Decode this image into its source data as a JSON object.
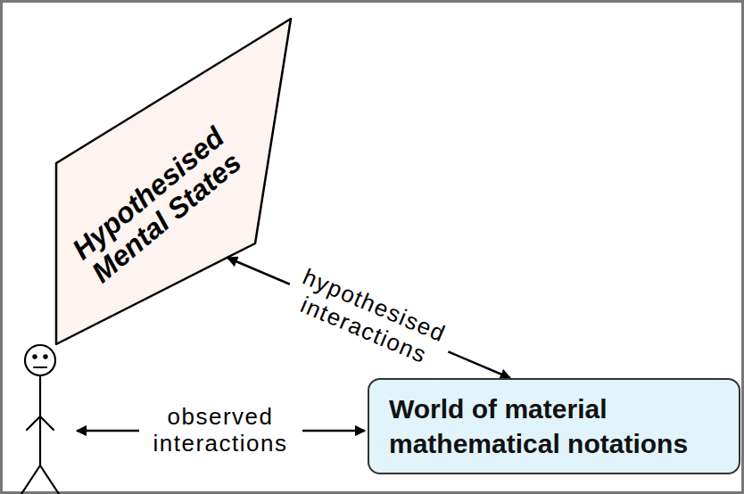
{
  "diagram": {
    "nodes": [
      {
        "text": [
          "Hypothesised Mental States"
        ]
      },
      {
        "text": [
          "World of material mathematical notations"
        ]
      }
    ],
    "edges": [
      {
        "from": 0,
        "to": 1,
        "arrow": "both",
        "label": "hypothesised interactions"
      }
    ],
    "labels": [
      "observed interactions"
    ]
  }
}
